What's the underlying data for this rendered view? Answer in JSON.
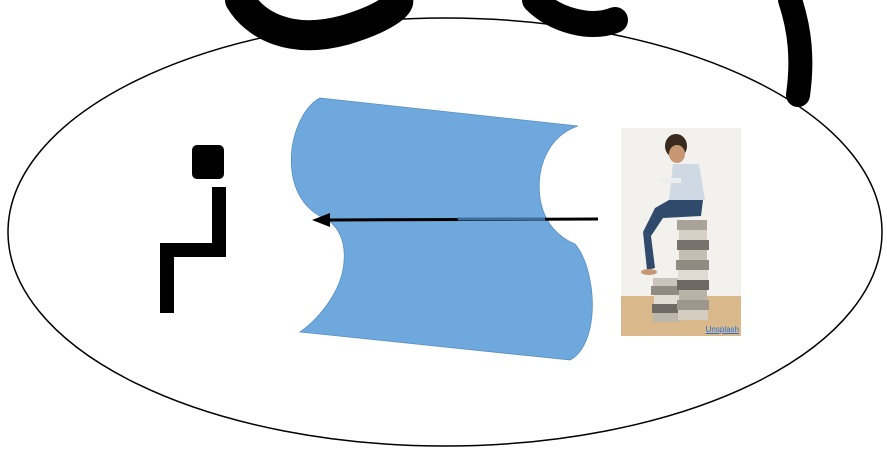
{
  "photo": {
    "credit_label": "Unsplash"
  },
  "colors": {
    "scroll_fill": "#6fa8dc",
    "stroke": "#000000",
    "background": "#ffffff"
  },
  "icons": [
    "squiggle-stroke",
    "seated-figure-icon",
    "scroll-shape",
    "reading-child-photo",
    "arrow"
  ]
}
